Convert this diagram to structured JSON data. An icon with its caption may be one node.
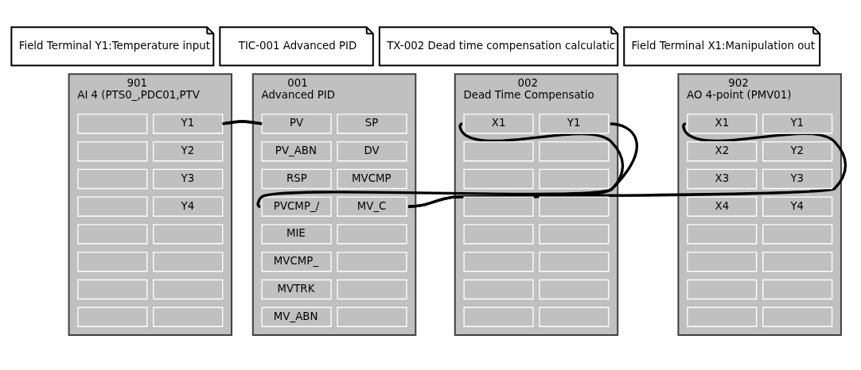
{
  "diagram": {
    "nodes": [
      {
        "text": [
          "Field Terminal Y1:Temperature input"
        ]
      },
      {
        "text": [
          "TIC-001 Advanced PID"
        ]
      },
      {
        "text": [
          "TX-002 Dead time compensation calculatic"
        ]
      },
      {
        "text": [
          "Field Terminal X1:Manipulation out"
        ]
      },
      {
        "text": [
          "901",
          "AI 4 (PTS0_,PDC01,PTV"
        ]
      },
      {
        "text": [],
        "shape": "box",
        "in": 4
      },
      {
        "text": [
          "Y1"
        ],
        "in": 4
      },
      {
        "text": [],
        "shape": "box",
        "in": 4
      },
      {
        "text": [
          "Y2"
        ],
        "in": 4
      },
      {
        "text": [],
        "shape": "box",
        "in": 4
      },
      {
        "text": [
          "Y3"
        ],
        "in": 4
      },
      {
        "text": [],
        "shape": "box",
        "in": 4
      },
      {
        "text": [
          "Y4"
        ],
        "in": 4
      },
      {
        "text": [],
        "shape": "box",
        "in": 4
      },
      {
        "text": [],
        "shape": "box",
        "in": 4
      },
      {
        "text": [],
        "shape": "box",
        "in": 4
      },
      {
        "text": [],
        "shape": "box",
        "in": 4
      },
      {
        "text": [],
        "shape": "box",
        "in": 4
      },
      {
        "text": [],
        "shape": "box",
        "in": 4
      },
      {
        "text": [],
        "shape": "box",
        "in": 4
      },
      {
        "text": [],
        "shape": "box",
        "in": 4
      },
      {
        "text": [
          "001",
          "Advanced PID"
        ]
      },
      {
        "text": [
          "PV"
        ],
        "in": 21
      },
      {
        "text": [
          "SP"
        ],
        "in": 21
      },
      {
        "text": [
          "PV_ABN"
        ],
        "in": 21
      },
      {
        "text": [
          "DV"
        ],
        "in": 21
      },
      {
        "text": [
          "RSP"
        ],
        "in": 21
      },
      {
        "text": [
          "MVCMP"
        ],
        "in": 21
      },
      {
        "text": [
          "PVCMP_/"
        ],
        "in": 21
      },
      {
        "text": [
          "MV_C"
        ],
        "in": 21
      },
      {
        "text": [
          "MIE"
        ],
        "in": 21
      },
      {
        "text": [],
        "shape": "box",
        "in": 21
      },
      {
        "text": [
          "MVCMP_"
        ],
        "in": 21
      },
      {
        "text": [],
        "shape": "box",
        "in": 21
      },
      {
        "text": [
          "MVTRK"
        ],
        "in": 21
      },
      {
        "text": [],
        "shape": "box",
        "in": 21
      },
      {
        "text": [
          "MV_ABN"
        ],
        "in": 21
      },
      {
        "text": [],
        "shape": "box",
        "in": 21
      },
      {
        "text": [
          "002",
          "Dead Time Compensatio"
        ]
      },
      {
        "text": [
          "X1"
        ],
        "in": 38
      },
      {
        "text": [
          "Y1"
        ],
        "in": 38
      },
      {
        "text": [],
        "shape": "box",
        "in": 38
      },
      {
        "text": [],
        "shape": "box",
        "in": 38
      },
      {
        "text": [],
        "shape": "box",
        "in": 38
      },
      {
        "text": [],
        "shape": "box",
        "in": 38
      },
      {
        "text": [],
        "shape": "box",
        "in": 38
      },
      {
        "text": [],
        "shape": "box",
        "in": 38
      },
      {
        "text": [],
        "shape": "box",
        "in": 38
      },
      {
        "text": [],
        "shape": "box",
        "in": 38
      },
      {
        "text": [],
        "shape": "box",
        "in": 38
      },
      {
        "text": [],
        "shape": "box",
        "in": 38
      },
      {
        "text": [],
        "shape": "box",
        "in": 38
      },
      {
        "text": [],
        "shape": "box",
        "in": 38
      },
      {
        "text": [],
        "shape": "box",
        "in": 38
      },
      {
        "text": [],
        "shape": "box",
        "in": 38
      },
      {
        "text": [
          "902",
          "AO 4-point (PMV01)"
        ]
      },
      {
        "text": [
          "X1"
        ],
        "in": 55
      },
      {
        "text": [
          "Y1"
        ],
        "in": 55
      },
      {
        "text": [
          "X2"
        ],
        "in": 55
      },
      {
        "text": [
          "Y2"
        ],
        "in": 55
      },
      {
        "text": [
          "X3"
        ],
        "in": 55
      },
      {
        "text": [
          "Y3"
        ],
        "in": 55
      },
      {
        "text": [
          "X4"
        ],
        "in": 55
      },
      {
        "text": [
          "Y4"
        ],
        "in": 55
      },
      {
        "text": [],
        "shape": "box",
        "in": 55
      },
      {
        "text": [],
        "shape": "box",
        "in": 55
      },
      {
        "text": [],
        "shape": "box",
        "in": 55
      },
      {
        "text": [],
        "shape": "box",
        "in": 55
      },
      {
        "text": [],
        "shape": "box",
        "in": 55
      },
      {
        "text": [],
        "shape": "box",
        "in": 55
      },
      {
        "text": [],
        "shape": "box",
        "in": 55
      },
      {
        "text": [],
        "shape": "box",
        "in": 55
      }
    ],
    "edges": [
      {
        "from": 6,
        "to": 22,
        "arrow": "none"
      },
      {
        "from": 29,
        "to": 39,
        "arrow": "none"
      },
      {
        "from": 29,
        "to": 56,
        "arrow": "none"
      },
      {
        "from": 40,
        "to": 28,
        "arrow": "none"
      }
    ]
  }
}
